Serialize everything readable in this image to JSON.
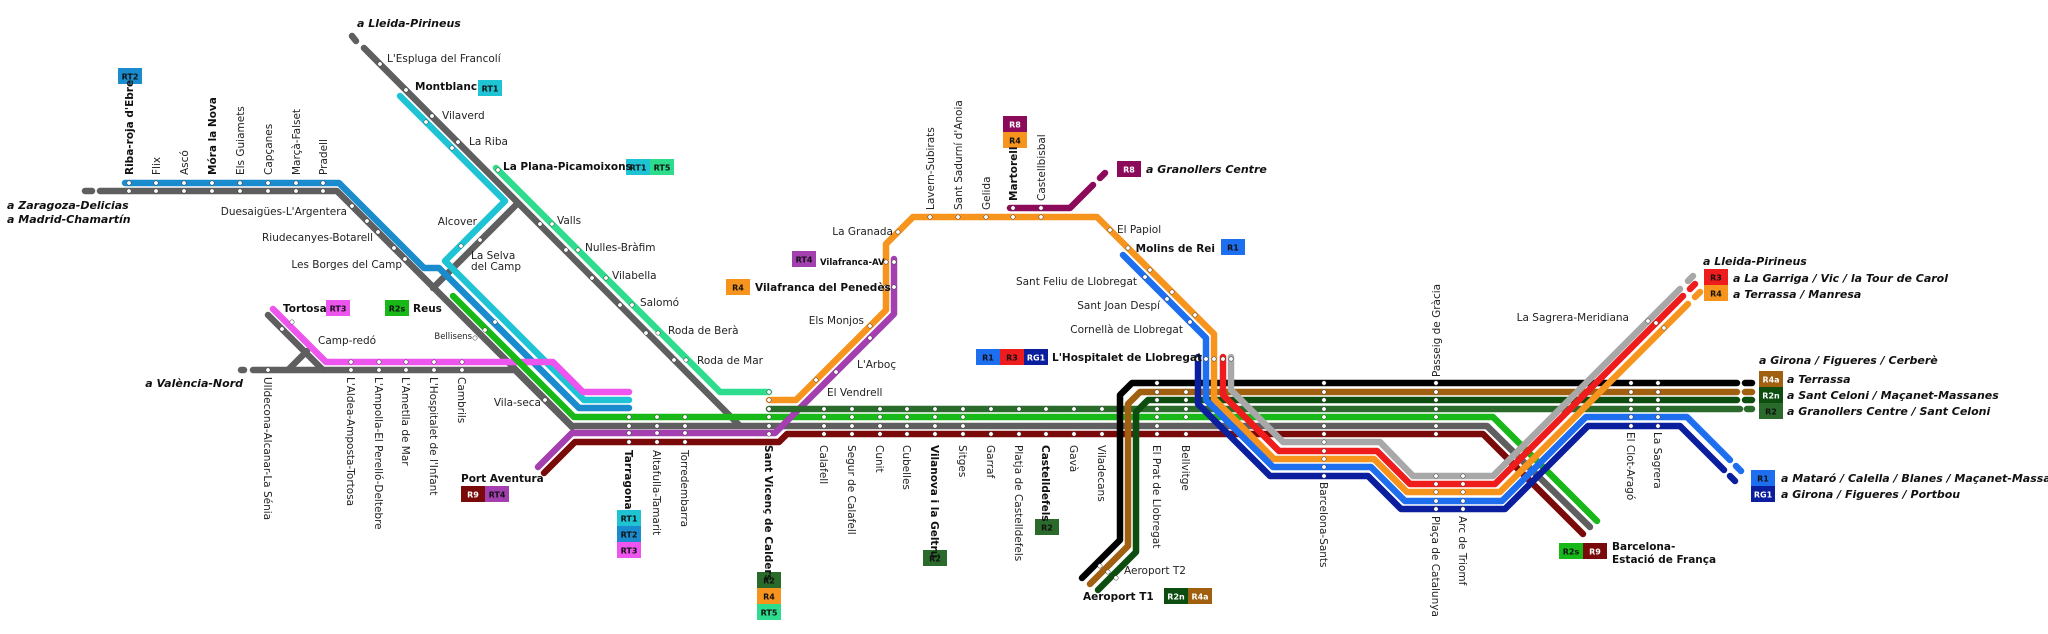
{
  "line_colors": {
    "gray": "#5f5f5f",
    "lightgray": "#a8a8a8",
    "R1": "#1e6ef0",
    "RG1": "#0a1e9e",
    "R2": "#2a6a2a",
    "R2n": "#0d4d10",
    "R2s": "#17b817",
    "R3": "#ee1c1c",
    "R4": "#f7941d",
    "R4a": "#a0600f",
    "R8": "#8c0a5a",
    "R9": "#7a0a0a",
    "RT1": "#1ec3d4",
    "RT2": "#1a8bcc",
    "RT3": "#ee55ee",
    "RT4": "#a43fb0",
    "RT5": "#2ddc8c",
    "black": "#000000"
  },
  "stations": {
    "riba_roja": "Riba-roja d'Ebre",
    "flix": "Flix",
    "asco": "Ascó",
    "mora": "Móra la Nova",
    "guiamets": "Els Guiamets",
    "capcanes": "Capçanes",
    "marca": "Marçà-Falset",
    "pradell": "Pradell",
    "duesaigues": "Duesaigües-L'Argentera",
    "riudecanyes": "Riudecanyes-Botarell",
    "borges": "Les Borges del Camp",
    "espluga": "L'Espluga del Francolí",
    "montblanc": "Montblanc",
    "vilaverd": "Vilaverd",
    "la_riba": "La Riba",
    "la_plana": "La Plana-Picamoixons",
    "valls": "Valls",
    "nulles": "Nulles-Bràfim",
    "vilabella": "Vilabella",
    "salomo": "Salomó",
    "roda_bera": "Roda de Berà",
    "roda_mar": "Roda de Mar",
    "alcover": "Alcover",
    "selva_1": "La Selva",
    "selva_2": "del Camp",
    "tortosa": "Tortosa",
    "reus": "Reus",
    "camp_redo": "Camp-redó",
    "bellisens": "Bellisens",
    "vila_seca": "Vila-seca",
    "port_aventura": "Port Aventura",
    "ulldecona": "Ulldecona-Alcanar-La Sénia",
    "aldea": "L'Aldea-Amposta-Tortosa",
    "ampolla": "L'Ampolla-El Perelló-Deltebre",
    "ametlla": "L'Ametlla de Mar",
    "hospitalet_infant": "L'Hospitalet de l'Infant",
    "cambrils": "Cambrils",
    "tarragona": "Tarragona",
    "altafulla": "Altafulla-Tamarit",
    "torredembarra": "Torredembarra",
    "sant_vicenc": "Sant Vicenç de Calders",
    "calafell": "Calafell",
    "segur": "Segur de Calafell",
    "cunit": "Cunit",
    "cubelles": "Cubelles",
    "vilanova": "Vilanova i la Geltrú",
    "sitges": "Sitges",
    "garraf": "Garraf",
    "platja": "Platja de Castelldefels",
    "castelldefels": "Castelldefels",
    "gava": "Gavà",
    "viladecans": "Viladecans",
    "el_prat": "El Prat de Llobregat",
    "bellvitge": "Bellvitge",
    "sants": "Barcelona-Sants",
    "passeig_gracia": "Passeig de Gràcia",
    "placa_catalunya": "Plaça de Catalunya",
    "arc_triomf": "Arc de Triomf",
    "clot": "El Clot-Aragó",
    "sagrera": "La Sagrera",
    "sagrera_meridiana": "La Sagrera-Meridiana",
    "estacio_franca_1": "Barcelona-",
    "estacio_franca_2": "Estació de França",
    "aeroport_t2": "Aeroport T2",
    "aeroport_t1": "Aeroport T1",
    "hospitalet_llob": "L'Hospitalet de Llobregat",
    "cornella": "Cornellà de Llobregat",
    "sant_joan_despi": "Sant Joan Despí",
    "sant_feliu": "Sant Feliu de Llobregat",
    "molins": "Molins de Rei",
    "papiol": "El Papiol",
    "la_granada": "La Granada",
    "vilafranca_av": "Vilafranca-AV",
    "vilafranca": "Vilafranca del Penedès",
    "els_monjos": "Els Monjos",
    "arboc": "L'Arboç",
    "vendrell": "El Vendrell",
    "lavern": "Lavern-Subirats",
    "sant_sadurni": "Sant Sadurní d'Anoia",
    "gelida": "Gelida",
    "martorell": "Martorell",
    "castellbisbal": "Castellbisbal"
  },
  "destinations": {
    "lleida_west": "a Lleida-Pirineus",
    "zaragoza": "a Zaragoza-Delicias",
    "madrid": "a Madrid-Chamartín",
    "valencia": "a València-Nord",
    "granollers_r8": "a Granollers Centre",
    "lleida_east": "a Lleida-Pirineus",
    "garriga": "a La Garriga / Vic / la Tour de Carol",
    "terrassa_manresa": "a Terrassa / Manresa",
    "girona_cerbere": "a Girona / Figueres / Cerberè",
    "terrassa": "a Terrassa",
    "sant_celoni": "a Sant Celoni / Maçanet-Massanes",
    "granollers_celoni": "a Granollers Centre / Sant Celoni",
    "mataro": "a Mataró / Calella / Blanes / Maçanet-Massanes",
    "portbou": "a Girona / Figueres / Portbou"
  },
  "badges": [
    {
      "label": "RT2",
      "line": "RT2"
    },
    {
      "label": "RT1",
      "line": "RT1"
    },
    {
      "label": "RT1",
      "line": "RT1"
    },
    {
      "label": "RT5",
      "line": "RT5"
    },
    {
      "label": "RT3",
      "line": "RT3"
    },
    {
      "label": "R2s",
      "line": "R2s"
    },
    {
      "label": "R9",
      "line": "R9"
    },
    {
      "label": "RT4",
      "line": "RT4"
    },
    {
      "label": "RT1",
      "line": "RT1"
    },
    {
      "label": "RT2",
      "line": "RT2"
    },
    {
      "label": "RT3",
      "line": "RT3"
    },
    {
      "label": "R2",
      "line": "R2"
    },
    {
      "label": "R4",
      "line": "R4"
    },
    {
      "label": "RT5",
      "line": "RT5"
    },
    {
      "label": "R2",
      "line": "R2"
    },
    {
      "label": "R2",
      "line": "R2"
    },
    {
      "label": "RT4",
      "line": "RT4"
    },
    {
      "label": "R4",
      "line": "R4"
    },
    {
      "label": "R8",
      "line": "R8"
    },
    {
      "label": "R4",
      "line": "R4"
    },
    {
      "label": "R8",
      "line": "R8"
    },
    {
      "label": "R1",
      "line": "R1"
    },
    {
      "label": "R1",
      "line": "R1"
    },
    {
      "label": "R3",
      "line": "R3"
    },
    {
      "label": "RG1",
      "line": "RG1"
    },
    {
      "label": "R2n",
      "line": "R2n"
    },
    {
      "label": "R4a",
      "line": "R4a"
    },
    {
      "label": "R2s",
      "line": "R2s"
    },
    {
      "label": "R9",
      "line": "R9"
    },
    {
      "label": "R3",
      "line": "R3"
    },
    {
      "label": "R4",
      "line": "R4"
    },
    {
      "label": "R4a",
      "line": "R4a"
    },
    {
      "label": "R2n",
      "line": "R2n"
    },
    {
      "label": "R2",
      "line": "R2"
    },
    {
      "label": "R1",
      "line": "R1"
    },
    {
      "label": "RG1",
      "line": "RG1"
    }
  ]
}
